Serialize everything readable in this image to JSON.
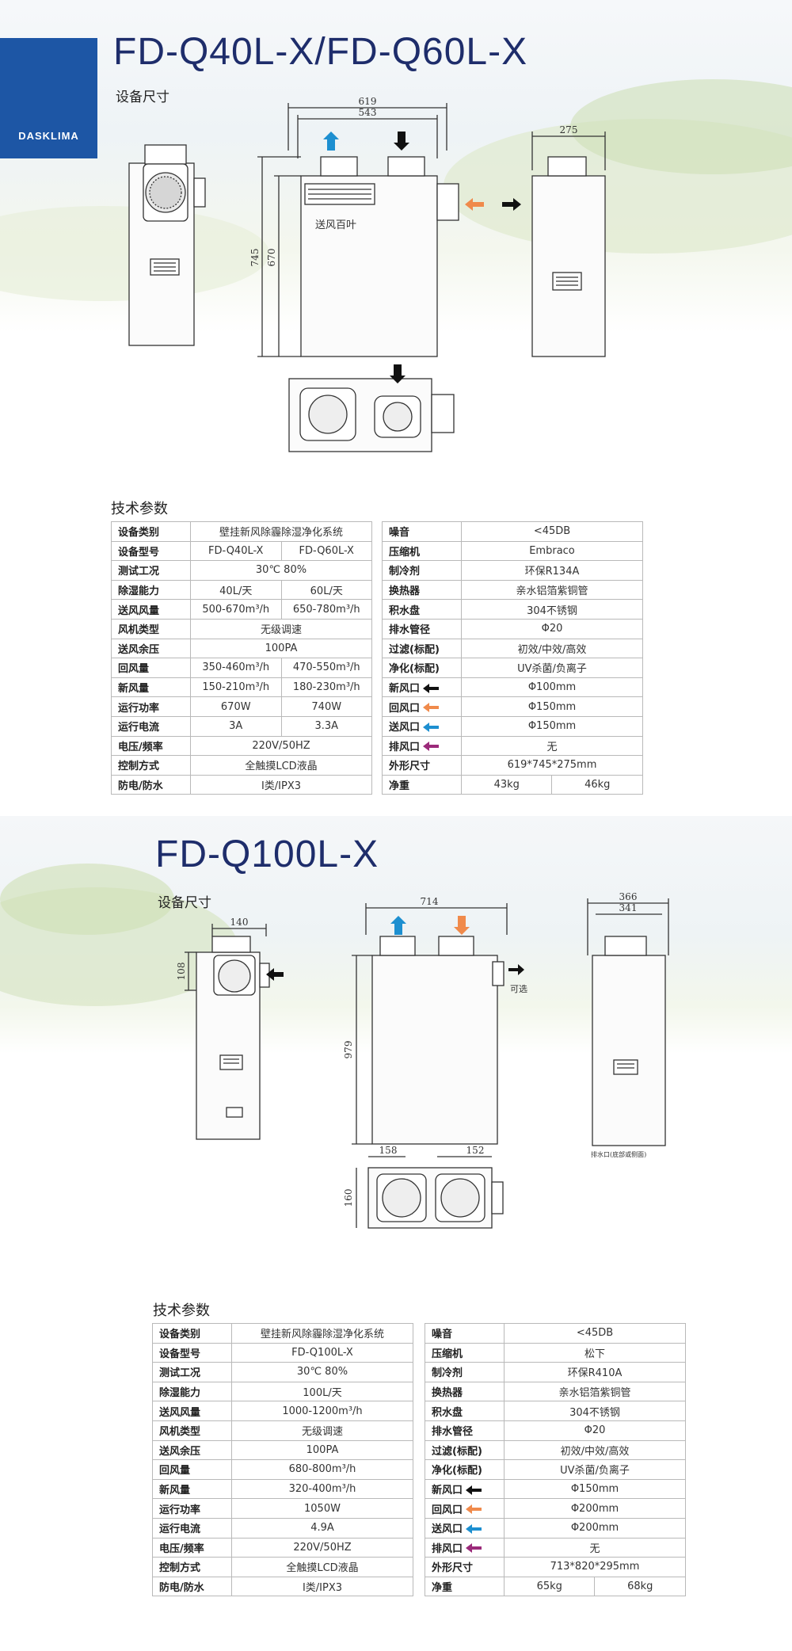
{
  "brand": {
    "logo": "DASKLIMA"
  },
  "section1": {
    "title": "FD-Q40L-X/FD-Q60L-X",
    "dims_label": "设备尺寸",
    "dims": {
      "w_outer": "619",
      "w_inner": "543",
      "h_outer": "745",
      "h_inner": "670",
      "depth": "275",
      "louver": "送风百叶"
    },
    "spec_heading": "技术参数",
    "left_rows": [
      {
        "k": "设备类别",
        "v": [
          "壁挂新风除霾除湿净化系统"
        ]
      },
      {
        "k": "设备型号",
        "v": [
          "FD-Q40L-X",
          "FD-Q60L-X"
        ]
      },
      {
        "k": "测试工况",
        "v": [
          "30℃ 80%"
        ]
      },
      {
        "k": "除湿能力",
        "v": [
          "40L/天",
          "60L/天"
        ]
      },
      {
        "k": "送风风量",
        "v": [
          "500-670m³/h",
          "650-780m³/h"
        ]
      },
      {
        "k": "风机类型",
        "v": [
          "无级调速"
        ]
      },
      {
        "k": "送风余压",
        "v": [
          "100PA"
        ]
      },
      {
        "k": "回风量",
        "v": [
          "350-460m³/h",
          "470-550m³/h"
        ]
      },
      {
        "k": "新风量",
        "v": [
          "150-210m³/h",
          "180-230m³/h"
        ]
      },
      {
        "k": "运行功率",
        "v": [
          "670W",
          "740W"
        ]
      },
      {
        "k": "运行电流",
        "v": [
          "3A",
          "3.3A"
        ]
      },
      {
        "k": "电压/频率",
        "v": [
          "220V/50HZ"
        ]
      },
      {
        "k": "控制方式",
        "v": [
          "全触摸LCD液晶"
        ]
      },
      {
        "k": "防电/防水",
        "v": [
          "I类/IPX3"
        ]
      }
    ],
    "right_rows": [
      {
        "k": "噪音",
        "v": [
          "<45DB"
        ]
      },
      {
        "k": "压缩机",
        "v": [
          "Embraco"
        ]
      },
      {
        "k": "制冷剂",
        "v": [
          "环保R134A"
        ]
      },
      {
        "k": "换热器",
        "v": [
          "亲水铝箔紫铜管"
        ]
      },
      {
        "k": "积水盘",
        "v": [
          "304不锈钢"
        ]
      },
      {
        "k": "排水管径",
        "v": [
          "Φ20"
        ]
      },
      {
        "k": "过滤(标配)",
        "v": [
          "初效/中效/高效"
        ]
      },
      {
        "k": "净化(标配)",
        "v": [
          "UV杀菌/负离子"
        ]
      },
      {
        "k": "新风口",
        "arrow": "#111111",
        "v": [
          "Φ100mm"
        ]
      },
      {
        "k": "回风口",
        "arrow": "#f08a4b",
        "v": [
          "Φ150mm"
        ]
      },
      {
        "k": "送风口",
        "arrow": "#1d8fd0",
        "v": [
          "Φ150mm"
        ]
      },
      {
        "k": "排风口",
        "arrow": "#9b2a7a",
        "v": [
          "无"
        ]
      },
      {
        "k": "外形尺寸",
        "v": [
          "619*745*275mm"
        ]
      },
      {
        "k": "净重",
        "v": [
          "43kg",
          "46kg"
        ]
      }
    ]
  },
  "section2": {
    "title": "FD-Q100L-X",
    "dims_label": "设备尺寸",
    "dims": {
      "w_outer": "714",
      "side_outer": "366",
      "side_inner": "341",
      "port": "140",
      "port_h": "108",
      "height": "979",
      "bottom_l": "158",
      "bottom_r": "152",
      "bottom_h": "160",
      "optional": "可选",
      "drain": "排水口(底部或侧面)"
    },
    "spec_heading": "技术参数",
    "left_rows": [
      {
        "k": "设备类别",
        "v": [
          "壁挂新风除霾除湿净化系统"
        ]
      },
      {
        "k": "设备型号",
        "v": [
          "FD-Q100L-X"
        ]
      },
      {
        "k": "测试工况",
        "v": [
          "30℃ 80%"
        ]
      },
      {
        "k": "除湿能力",
        "v": [
          "100L/天"
        ]
      },
      {
        "k": "送风风量",
        "v": [
          "1000-1200m³/h"
        ]
      },
      {
        "k": "风机类型",
        "v": [
          "无级调速"
        ]
      },
      {
        "k": "送风余压",
        "v": [
          "100PA"
        ]
      },
      {
        "k": "回风量",
        "v": [
          "680-800m³/h"
        ]
      },
      {
        "k": "新风量",
        "v": [
          "320-400m³/h"
        ]
      },
      {
        "k": "运行功率",
        "v": [
          "1050W"
        ]
      },
      {
        "k": "运行电流",
        "v": [
          "4.9A"
        ]
      },
      {
        "k": "电压/频率",
        "v": [
          "220V/50HZ"
        ]
      },
      {
        "k": "控制方式",
        "v": [
          "全触摸LCD液晶"
        ]
      },
      {
        "k": "防电/防水",
        "v": [
          "I类/IPX3"
        ]
      }
    ],
    "right_rows": [
      {
        "k": "噪音",
        "v": [
          "<45DB"
        ]
      },
      {
        "k": "压缩机",
        "v": [
          "松下"
        ]
      },
      {
        "k": "制冷剂",
        "v": [
          "环保R410A"
        ]
      },
      {
        "k": "换热器",
        "v": [
          "亲水铝箔紫铜管"
        ]
      },
      {
        "k": "积水盘",
        "v": [
          "304不锈钢"
        ]
      },
      {
        "k": "排水管径",
        "v": [
          "Φ20"
        ]
      },
      {
        "k": "过滤(标配)",
        "v": [
          "初效/中效/高效"
        ]
      },
      {
        "k": "净化(标配)",
        "v": [
          "UV杀菌/负离子"
        ]
      },
      {
        "k": "新风口",
        "arrow": "#111111",
        "v": [
          "Φ150mm"
        ]
      },
      {
        "k": "回风口",
        "arrow": "#f08a4b",
        "v": [
          "Φ200mm"
        ]
      },
      {
        "k": "送风口",
        "arrow": "#1d8fd0",
        "v": [
          "Φ200mm"
        ]
      },
      {
        "k": "排风口",
        "arrow": "#9b2a7a",
        "v": [
          "无"
        ]
      },
      {
        "k": "外形尺寸",
        "v": [
          "713*820*295mm"
        ]
      },
      {
        "k": "净重",
        "v": [
          "65kg",
          "68kg"
        ]
      }
    ]
  }
}
